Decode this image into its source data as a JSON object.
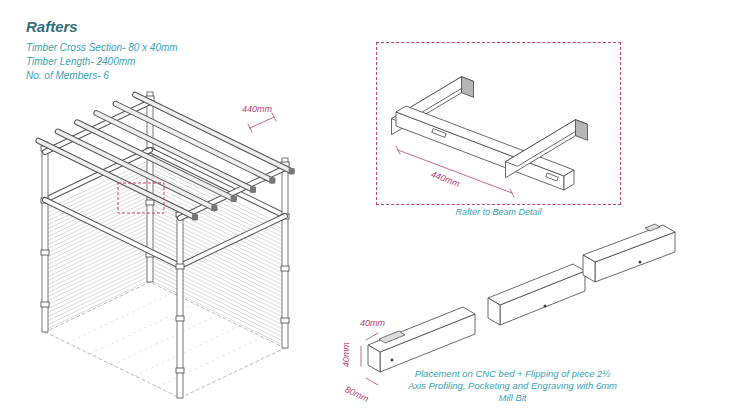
{
  "diagram": {
    "title": "Rafters",
    "nodes": [
      {
        "text": [
          "Rafter to Beam Detail"
        ]
      }
    ],
    "labels": [
      "Timber Cross Section- 80 x 40mm",
      "Timber Length- 2400mm",
      "No. of Members- 6",
      "440mm",
      "440mm",
      "40mm",
      "40mm",
      "80mm",
      "Placement on CNC bed + Flipping of piece 2½ Axis Profiling, Pocketing and Engraving with 6mm Mill Bit"
    ]
  }
}
